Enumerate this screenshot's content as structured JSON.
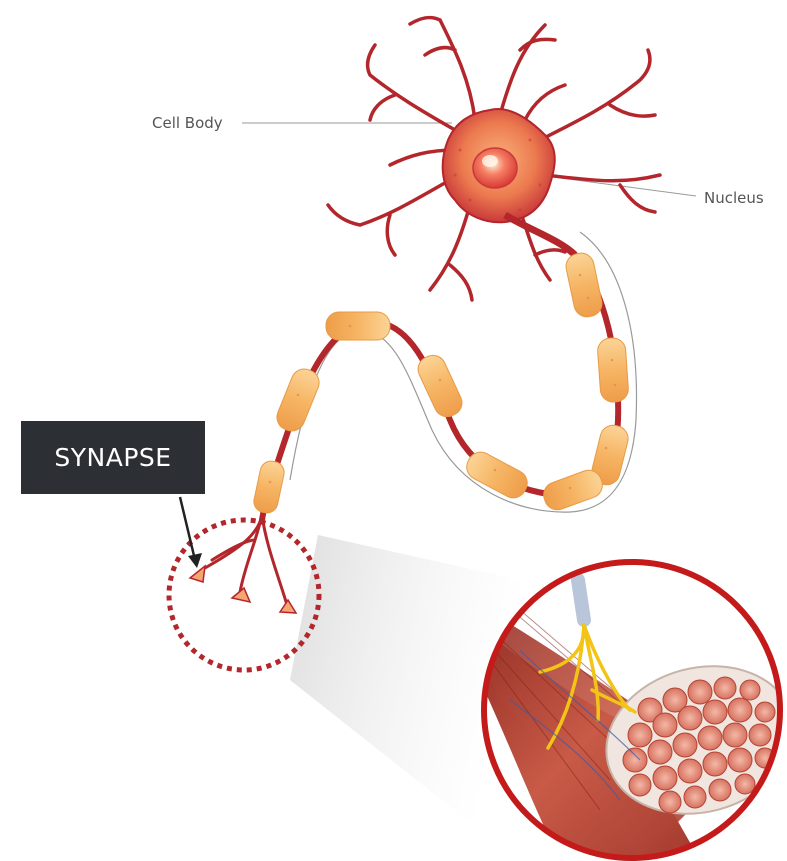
{
  "labels": {
    "cell_body": "Cell Body",
    "nucleus": "Nucleus",
    "synapse": "SYNAPSE"
  },
  "colors": {
    "neuron_red": "#b3262b",
    "myelin": "#f5b867",
    "callout_bg": "#2c2f33",
    "zoom_ring": "#c41a1a",
    "muscle": "#c9584b",
    "nerve_fiber": "#f2c416"
  }
}
